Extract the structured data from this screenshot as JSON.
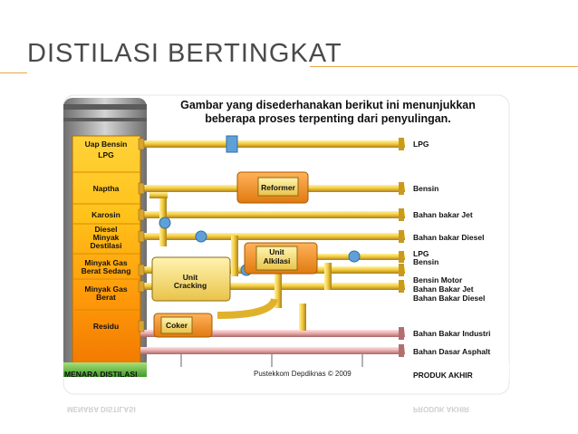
{
  "slide": {
    "title": "DISTILASI BERTINGKAT"
  },
  "diagram": {
    "caption_line1": "Gambar yang disederhanakan berikut ini menunjukkan",
    "caption_line2": "beberapa proses terpenting dari penyulingan.",
    "tower_labels": {
      "uap_bensin": "Uap Bensin",
      "lpg": "LPG",
      "naptha": "Naptha",
      "karosin": "Karosin",
      "diesel_line1": "Diesel",
      "diesel_line2": "Minyak",
      "diesel_line3": "Destilasi",
      "mgbs_line1": "Minyak Gas",
      "mgbs_line2": "Berat Sedang",
      "mgb_line1": "Minyak Gas",
      "mgb_line2": "Berat",
      "residu": "Residu"
    },
    "units": {
      "reformer": "Reformer",
      "alkilasi_line1": "Unit",
      "alkilasi_line2": "Alkilasi",
      "cracking_line1": "Unit",
      "cracking_line2": "Cracking",
      "coker": "Coker"
    },
    "products": {
      "lpg": "LPG",
      "bensin": "Bensin",
      "bahan_bakar_jet": "Bahan bakar Jet",
      "bahan_bakar_diesel": "Bahan bakar Diesel",
      "lpg2": "LPG",
      "bensin2": "Bensin",
      "bensin_motor": "Bensin Motor",
      "bahan_bakar_jet2": "Bahan Bakar Jet",
      "bahan_bakar_diesel2": "Bahan Bakar Diesel",
      "bahan_bakar_industri": "Bahan Bakar Industri",
      "bahan_dasar_asphalt": "Bahan Dasar Asphalt"
    },
    "footer": {
      "tower_name": "MENARA DISTILASI",
      "credit": "Pustekkom Depdiknas © 2009",
      "final_product": "PRODUK AKHIR",
      "reflect_left": "MENARA DISTILASI",
      "reflect_right": "PRODUK AKHIR"
    }
  }
}
